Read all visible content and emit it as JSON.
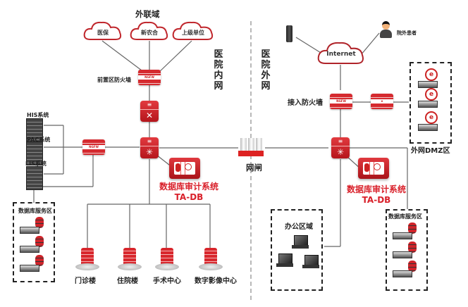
{
  "title": "医院网络数据库审计部署拓扑",
  "inner_network": {
    "label": "医院内网",
    "external_domain": {
      "label": "外联域",
      "clouds": [
        "医保",
        "新农合",
        "上级单位"
      ]
    },
    "front_firewall_label": "前置区防火墙",
    "systems": [
      "HIS系统",
      "PAC系统",
      "LIS系统"
    ],
    "db_zone_label": "数据库服务区",
    "audit": {
      "name": "数据库审计系统",
      "product": "TA-DB"
    },
    "buildings": [
      "门诊楼",
      "住院楼",
      "手术中心",
      "数字影像中心"
    ],
    "firewall_badge": "NGFW"
  },
  "gateway": {
    "label": "网闸"
  },
  "outer_network": {
    "label": "医院外网",
    "internet_label": "Internet",
    "remote_user_label": "院外患者",
    "access_firewall_label": "接入防火墙",
    "dmz_label": "外网DMZ区",
    "audit": {
      "name": "数据库审计系统",
      "product": "TA-DB"
    },
    "office_zone_label": "办公区域",
    "db_zone_label": "数据库服务区",
    "firewall_badge": "NGFW"
  },
  "colors": {
    "accent_red": "#d9202a",
    "line": "#555555",
    "text": "#222222"
  }
}
